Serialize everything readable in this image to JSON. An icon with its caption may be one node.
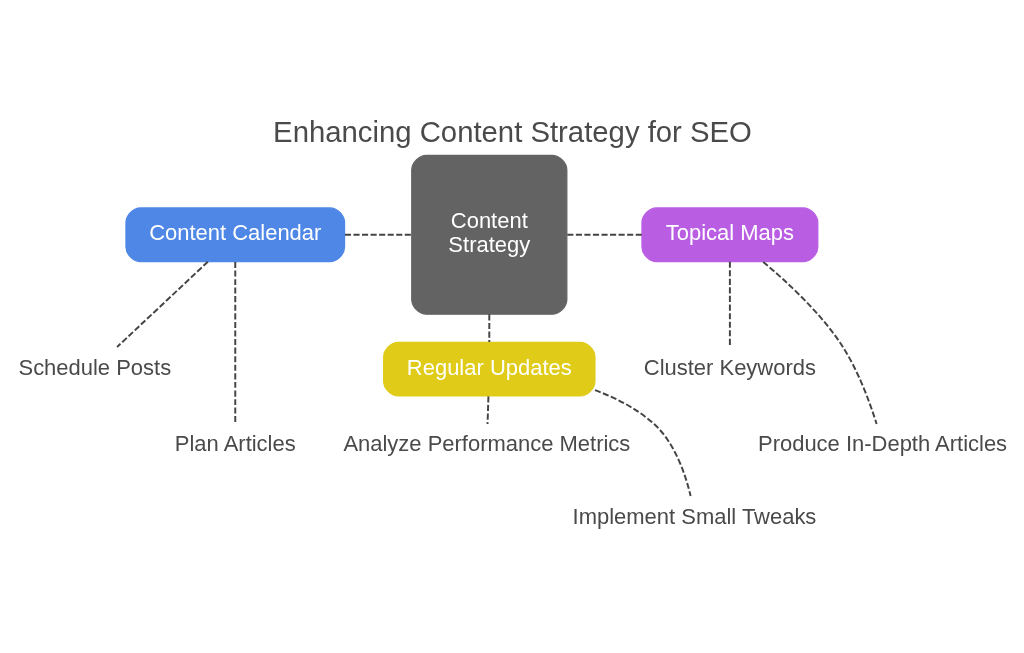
{
  "diagram": {
    "title": "Enhancing Content Strategy for SEO",
    "nodes": [
      {
        "text": [
          "Content Calendar"
        ]
      },
      {
        "text": [
          "Content Strategy"
        ]
      },
      {
        "text": [
          "Topical Maps"
        ]
      },
      {
        "text": [
          "Schedule Posts"
        ]
      },
      {
        "text": [
          "Cluster Keywords"
        ]
      },
      {
        "text": [
          "Plan Articles"
        ]
      },
      {
        "text": [
          "Produce In-Depth Articles"
        ]
      },
      {
        "text": [
          "Regular Updates"
        ]
      },
      {
        "text": [
          "Analyze Performance Metrics"
        ]
      },
      {
        "text": [
          "Implement Small Tweaks"
        ]
      }
    ],
    "edges": [
      {
        "from": 0,
        "to": 1,
        "arrow": "none",
        "style": "dashed"
      },
      {
        "from": 1,
        "to": 2,
        "arrow": "none",
        "style": "dashed"
      },
      {
        "from": 1,
        "to": 7,
        "arrow": "none",
        "style": "dashed"
      },
      {
        "from": 0,
        "to": 3,
        "arrow": "none",
        "style": "dashed"
      },
      {
        "from": 0,
        "to": 5,
        "arrow": "none",
        "style": "dashed"
      },
      {
        "from": 2,
        "to": 4,
        "arrow": "none",
        "style": "dashed"
      },
      {
        "from": 2,
        "to": 6,
        "arrow": "none",
        "style": "dashed"
      },
      {
        "from": 7,
        "to": 8,
        "arrow": "none",
        "style": "dashed"
      },
      {
        "from": 7,
        "to": 9,
        "arrow": "none",
        "style": "dashed"
      }
    ]
  }
}
